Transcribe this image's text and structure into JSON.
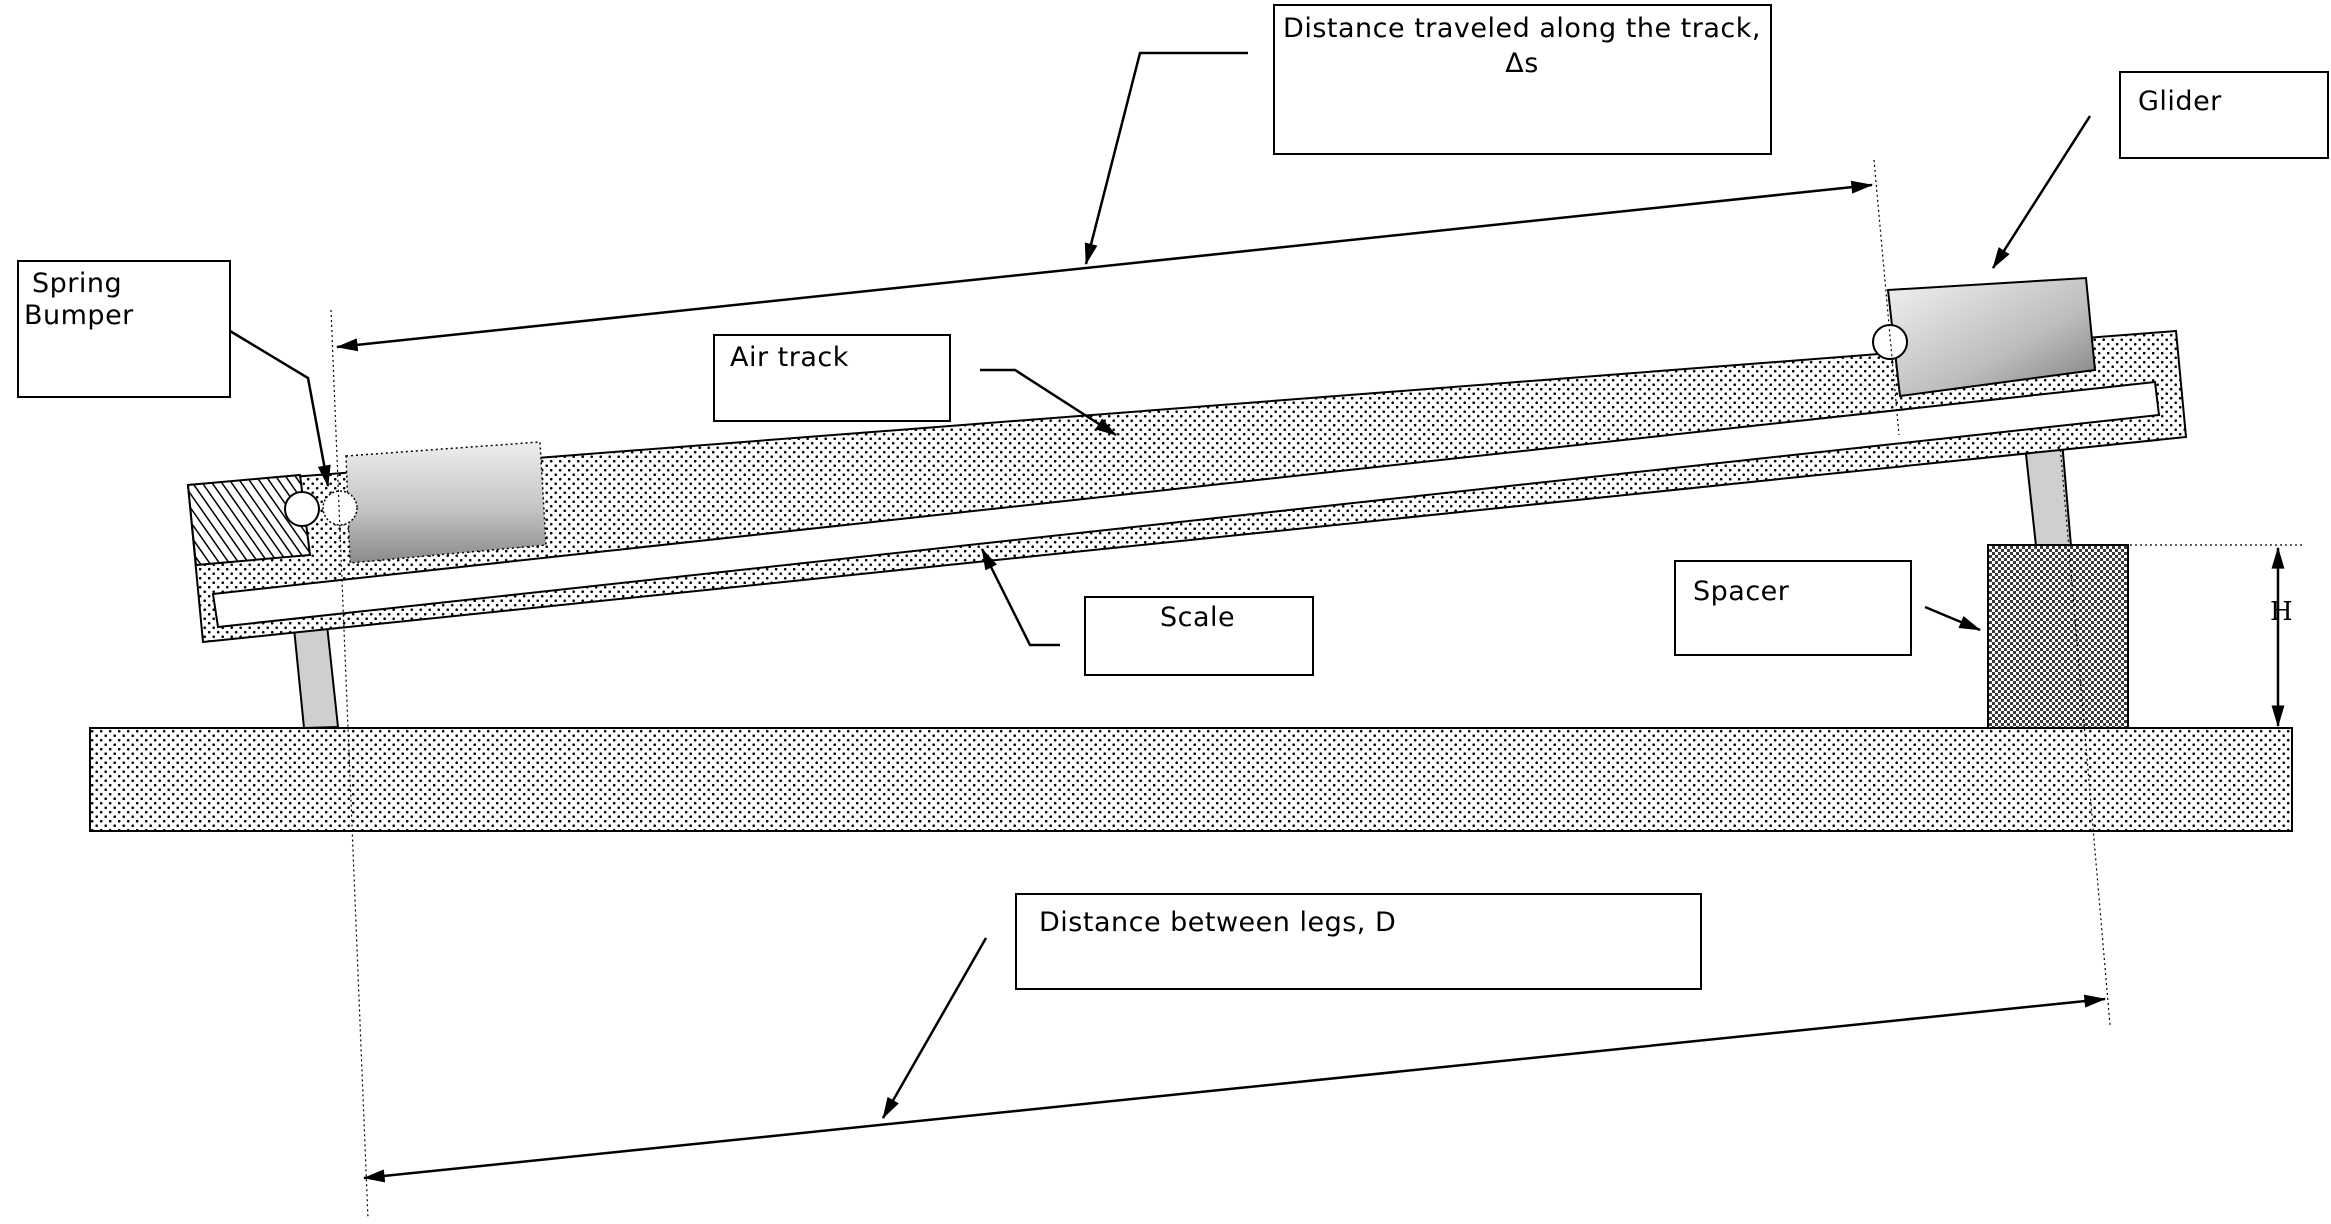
{
  "labels": {
    "distance_track_line1": "Distance traveled along the track,",
    "distance_track_line2": "Δs",
    "glider": "Glider",
    "spring_bumper_line1": "Spring",
    "spring_bumper_line2": "Bumper",
    "air_track": "Air track",
    "scale": "Scale",
    "spacer": "Spacer",
    "height": "H",
    "distance_legs": "Distance between legs, D"
  }
}
